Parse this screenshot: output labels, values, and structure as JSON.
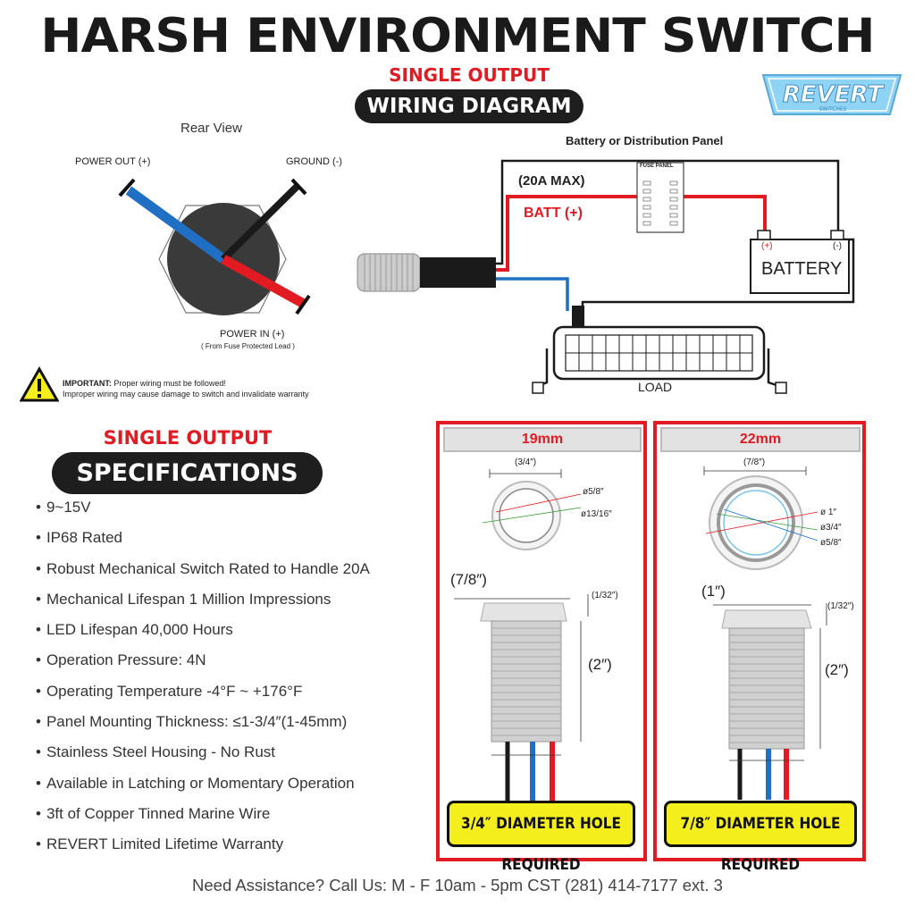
{
  "header": {
    "title": "HARSH ENVIRONMENT SWITCH",
    "single_output_top": "SINGLE OUTPUT",
    "wiring_diagram": "WIRING DIAGRAM",
    "logo_text": "REVERT",
    "logo_subtext": "SWITCHES"
  },
  "rear_view": {
    "title": "Rear View",
    "power_out": "POWER OUT (+)",
    "ground": "GROUND (-)",
    "power_in": "POWER IN (+)",
    "power_in_note": "( From Fuse Protected Lead )"
  },
  "warning": {
    "bold": "IMPORTANT:",
    "line1": " Proper wiring must be followed!",
    "line2": "Improper wiring may cause damage to switch and invalidate warranty"
  },
  "wiring": {
    "panel_title": "Battery or Distribution Panel",
    "max_label": "(20A MAX)",
    "batt_label": "BATT (+)",
    "fuse_panel": "FUSE PANEL",
    "battery": "BATTERY",
    "battery_pos": "(+)",
    "battery_neg": "(-)",
    "load": "LOAD"
  },
  "specs": {
    "single_output": "SINGLE OUTPUT",
    "title": "SPECIFICATIONS",
    "items": [
      "9~15V",
      "IP68 Rated",
      "Robust Mechanical Switch Rated to Handle 20A",
      "Mechanical Lifespan 1 Million Impressions",
      "LED Lifespan 40,000 Hours",
      "Operation Pressure: 4N",
      "Operating Temperature -4°F ~ +176°F",
      "Panel Mounting Thickness: ≤1-3/4″(1-45mm)",
      "Stainless Steel Housing - No Rust",
      "Available in Latching or Momentary Operation",
      "3ft of Copper Tinned Marine Wire",
      "REVERT Limited Lifetime Warranty"
    ]
  },
  "panel19": {
    "size": "19mm",
    "top_dim": "(3/4″)",
    "d1": "ø5/8″",
    "d2": "ø13/16″",
    "width_dim": "(7/8″)",
    "lip_dim": "(1/32″)",
    "length_dim": "(2″)",
    "hole": "3/4″ DIAMETER HOLE REQUIRED"
  },
  "panel22": {
    "size": "22mm",
    "top_dim": "(7/8″)",
    "d1": "ø 1″",
    "d2": "ø3/4″",
    "d3": "ø5/8″",
    "width_dim": "(1″)",
    "lip_dim": "(1/32″)",
    "length_dim": "(2″)",
    "hole": "7/8″ DIAMETER HOLE REQUIRED"
  },
  "footer": "Need Assistance? Call Us: M - F 10am - 5pm CST (281) 414-7177 ext. 3",
  "colors": {
    "red": "#e21b23",
    "blue": "#1f6fc4",
    "black": "#1a1a1a",
    "yellow": "#f5ee1d",
    "logo_blue": "#8fd3f5"
  }
}
